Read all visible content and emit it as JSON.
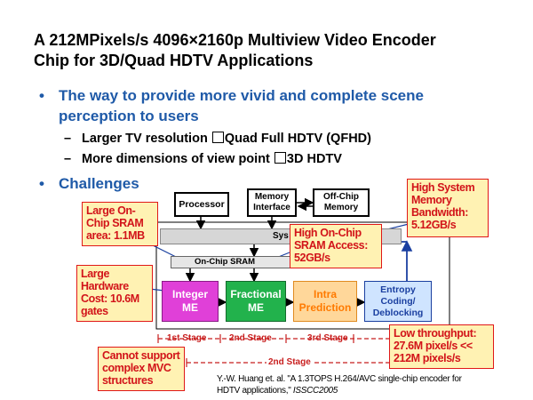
{
  "slide": {
    "title_line1": "A 212MPixels/s 4096×2160p Multiview Video Encoder",
    "title_line2": "Chip for 3D/Quad HDTV Applications",
    "bullet1_line1": "The way to provide more vivid and complete scene",
    "bullet1_line2": "perception to users",
    "sub1_a": "Larger TV resolution ",
    "sub1_b": "Quad Full HDTV (QFHD)",
    "sub2_a": "More dimensions of view point ",
    "sub2_b": "3D HDTV",
    "bullet2": "Challenges"
  },
  "diagram": {
    "processor": "Processor",
    "memory_interface_1": "Memory",
    "memory_interface_2": "Interface",
    "offchip_1": "Off-Chip",
    "offchip_2": "Memory",
    "sys_bus": "Sys",
    "onchip_sram": "On-Chip SRAM",
    "integer_me_1": "Integer",
    "integer_me_2": "ME",
    "fractional_me_1": "Fractional",
    "fractional_me_2": "ME",
    "intra_1": "Intra",
    "intra_2": "Prediction",
    "entropy_1": "Entropy",
    "entropy_2": "Coding/",
    "entropy_3": "Deblocking",
    "stage1": "1st Stage",
    "stage2": "2nd Stage",
    "stage3": "3rd Stage",
    "stage2_bottom": "2nd Stage",
    "colors": {
      "integer_me": "#e040d8",
      "fractional_me": "#22b24c",
      "intra": "#ffd79a",
      "entropy": "#cfe4ff",
      "callout_bg": "#fff2b3",
      "callout_text": "#d2141a",
      "bullet_blue": "#1f5aa8"
    }
  },
  "callouts": {
    "sram_area": [
      "Large On-",
      "Chip SRAM",
      "area: 1.1MB"
    ],
    "hw_cost": [
      "Large",
      "Hardware",
      "Cost: 10.6M",
      "gates"
    ],
    "mvc": [
      "Cannot support",
      "complex MVC",
      "structures"
    ],
    "sram_access": [
      "High On-Chip",
      "SRAM Access:",
      "52GB/s"
    ],
    "sys_bw": [
      "High System",
      "Memory",
      "Bandwidth:",
      "5.12GB/s"
    ],
    "throughput": [
      "Low throughput:",
      "27.6M pixel/s <<",
      "212M pixels/s"
    ]
  },
  "reference": {
    "line1": "Y.-W. Huang et. al. \"A 1.3TOPS H.264/AVC single-chip encoder for",
    "line2a": "HDTV applications,\" ",
    "line2b": "ISSCC2005"
  }
}
